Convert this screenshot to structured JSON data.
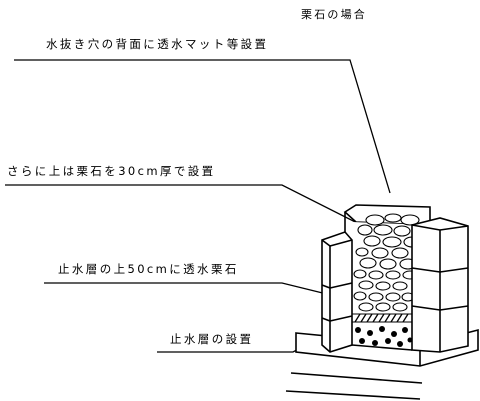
{
  "title": "栗石の場合",
  "labels": {
    "mat": "水抜き穴の背面に透水マット等設置",
    "upper": "さらに上は栗石を30cm厚で設置",
    "middle": "止水層の上50cmに透水栗石",
    "bottom": "止水層の設置"
  }
}
